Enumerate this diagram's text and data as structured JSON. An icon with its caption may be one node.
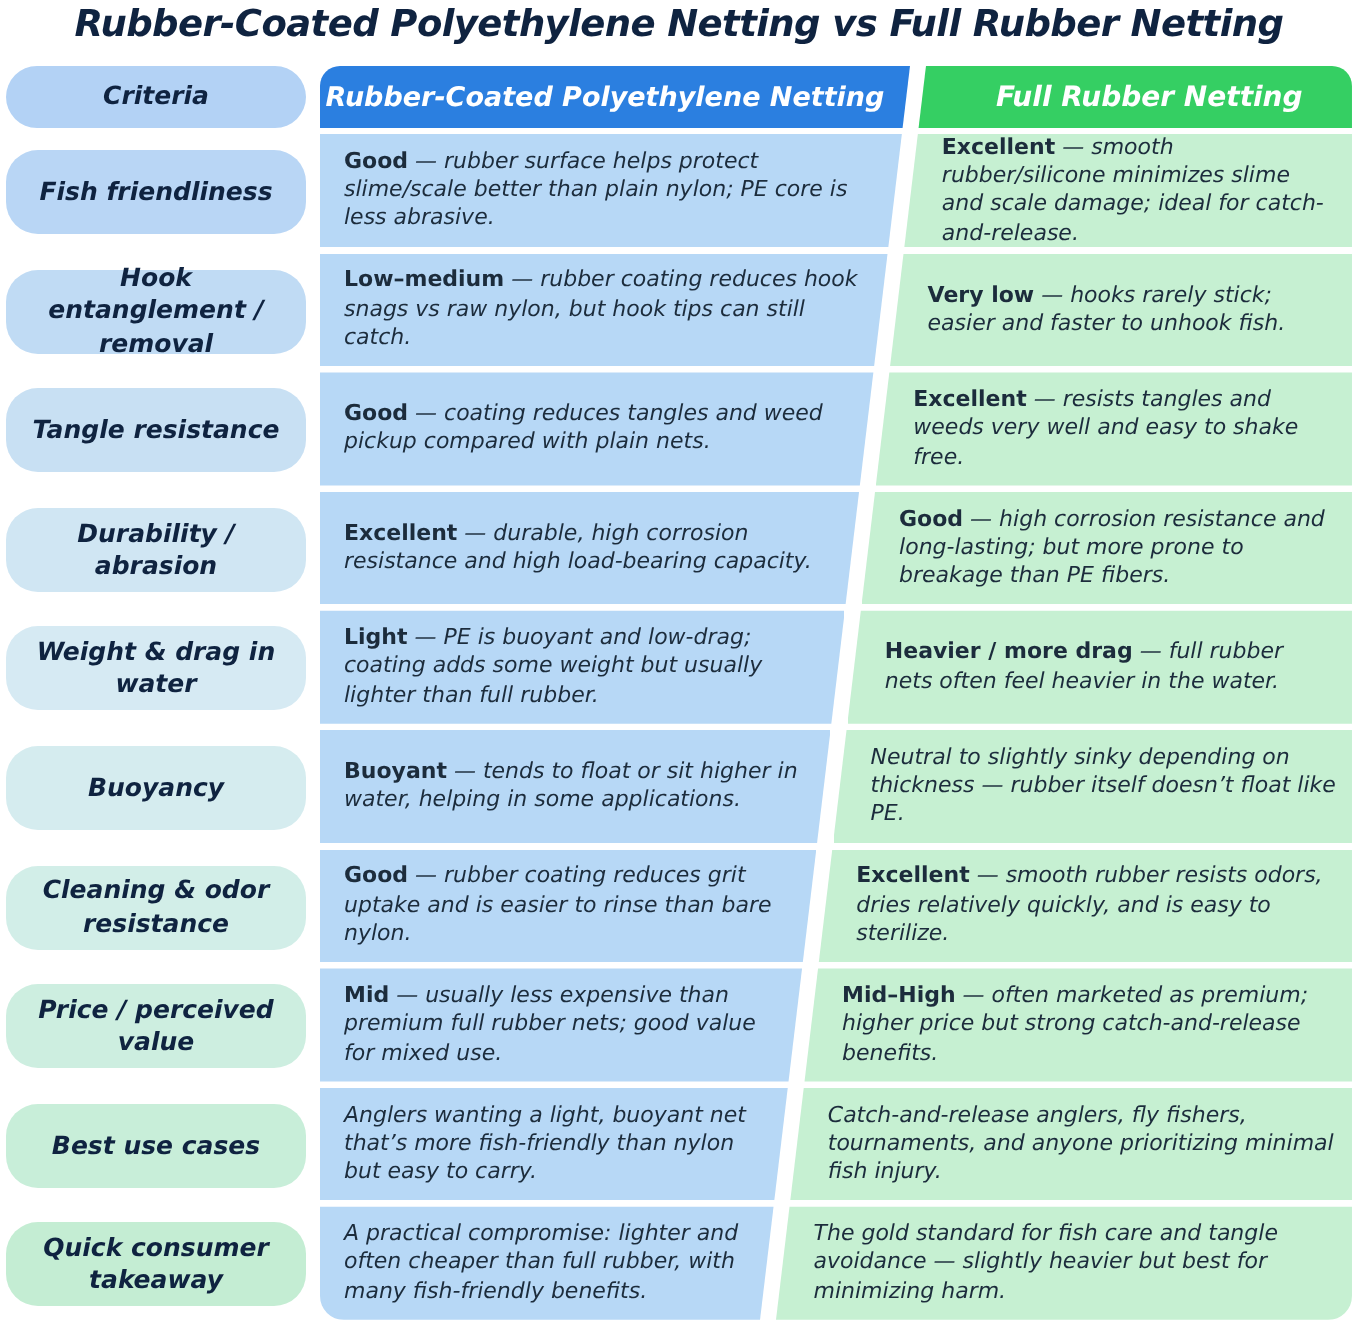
{
  "diagram": {
    "title": "Rubber-Coated Polyethylene Netting vs Full Rubber Netting",
    "labels": [
      "Criteria",
      "Rubber-Coated Polyethylene Netting",
      "Full Rubber Netting",
      "Fish friendliness",
      "**Good** — rubber surface helps protect slime/scale better than plain nylon; PE core is less abrasive.",
      "**Excellent** — smooth rubber/silicone minimizes slime and scale damage; ideal for catch-and-release.",
      "Hook entanglement / removal",
      "**Low–medium** — rubber coating reduces hook snags vs raw nylon, but hook tips can still catch.",
      "**Very low** — hooks rarely stick; easier and faster to unhook fish.",
      "Tangle resistance",
      "**Good** — coating reduces tangles and weed pickup compared with plain nets.",
      "**Excellent** — resists tangles and weeds very well and easy to shake free.",
      "Durability / abrasion",
      "**Excellent** — durable, high corrosion resistance and high load-bearing capacity.",
      "**Good** — high corrosion resistance and long-lasting; but more prone to breakage than PE fibers.",
      "Weight & drag in water",
      "**Light** — PE is buoyant and low-drag; coating adds some weight but usually lighter than full rubber.",
      "**Heavier / more drag** — full rubber nets often feel heavier in the water.",
      "Buoyancy",
      "**Buoyant** — tends to float or sit higher in water, helping in some applications.",
      "Neutral to slightly sinky depending on thickness — rubber itself doesn’t float like PE.",
      "Cleaning & odor resistance",
      "**Good** — rubber coating reduces grit uptake and is easier to rinse than bare nylon.",
      "**Excellent** — smooth rubber resists odors, dries relatively quickly, and is easy to sterilize.",
      "Price / perceived value",
      "**Mid** — usually less expensive than premium full rubber nets; good value for mixed use.",
      "**Mid–High** — often marketed as premium; higher price but strong catch-and-release benefits.",
      "Best use cases",
      "Anglers wanting a light, buoyant net that’s more fish-friendly than nylon but easy to carry.",
      "Catch-and-release anglers, fly fishers, tournaments, and anyone prioritizing minimal fish injury.",
      "Quick consumer takeaway",
      "A practical compromise: lighter and often cheaper than full rubber, with many fish-friendly benefits.",
      "The gold standard for fish care and tangle avoidance — slightly heavier but best for minimizing harm."
    ]
  }
}
